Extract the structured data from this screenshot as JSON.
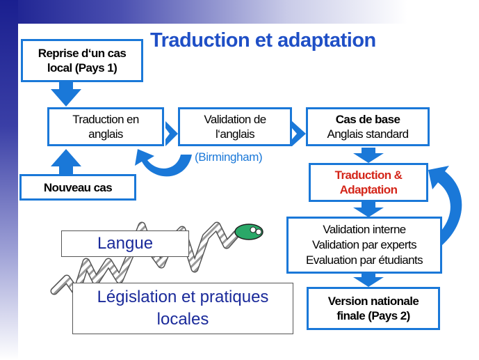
{
  "title": "Traduction et adaptation",
  "boxes": {
    "reprise": [
      "Reprise d‘un cas",
      "local (Pays 1)"
    ],
    "traduction_en": [
      "Traduction en",
      "anglais"
    ],
    "validation_anglais": [
      "Validation de",
      "l‘anglais"
    ],
    "cas_de_base": [
      "Cas de base",
      "Anglais standard"
    ],
    "nouveau_cas": [
      "Nouveau cas"
    ],
    "traduction_adaptation": [
      "Traduction &",
      "Adaptation"
    ],
    "validation_interne": [
      "Validation interne",
      "Validation par experts",
      "Evaluation par étudiants"
    ],
    "version_nationale": [
      "Version nationale",
      "finale (Pays 2)"
    ]
  },
  "birmingham": "(Birmingham)",
  "langue": "Langue",
  "legislation": [
    "Législation  et pratiques",
    "locales"
  ],
  "colors": {
    "accent": "#1a78d8",
    "title": "#1f4fc6",
    "highlight": "#d4261a",
    "snake": "#2aa868"
  }
}
